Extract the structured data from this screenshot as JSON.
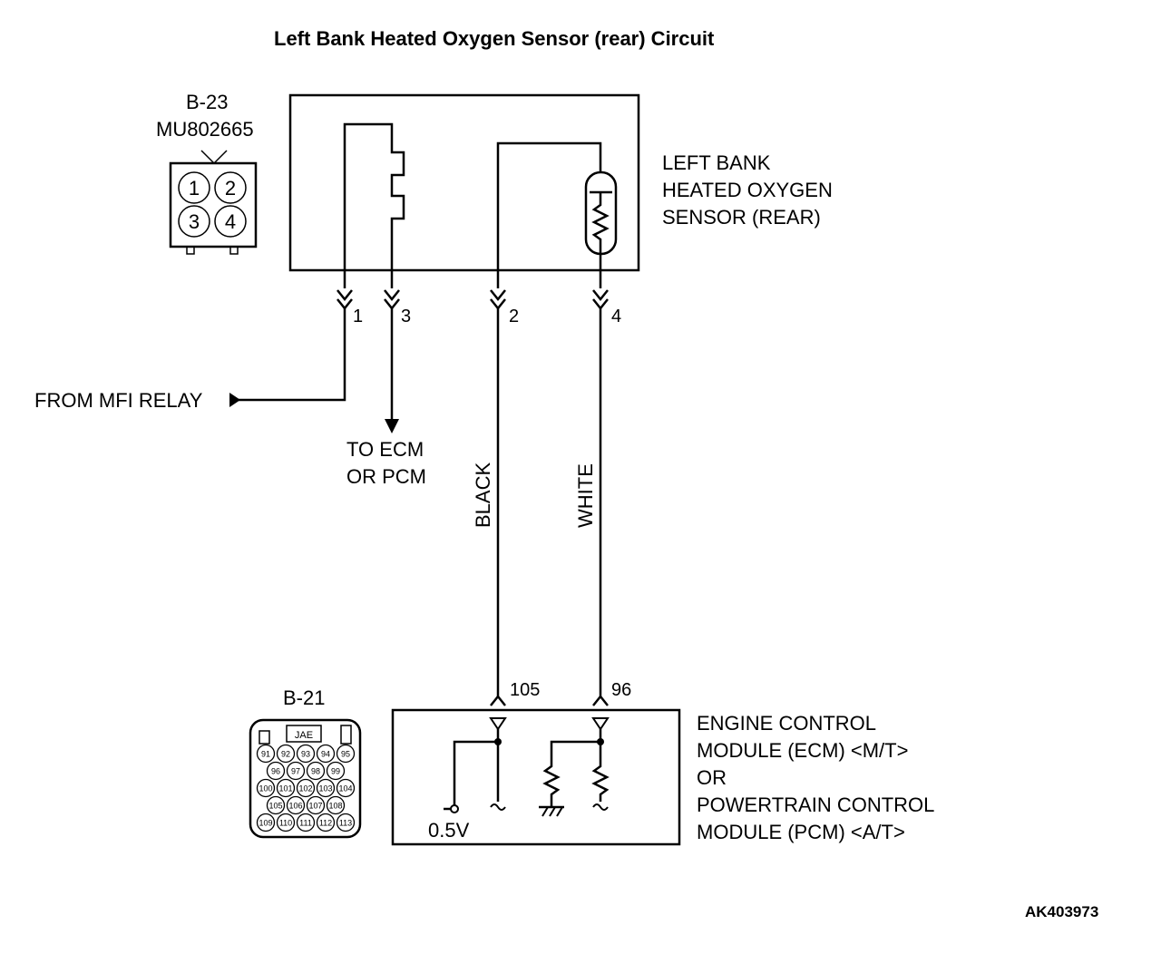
{
  "title": "Left Bank Heated Oxygen Sensor (rear) Circuit",
  "connector_b23": {
    "id": "B-23",
    "part": "MU802665",
    "pins": [
      "1",
      "2",
      "3",
      "4"
    ]
  },
  "sensor_label": [
    "LEFT BANK",
    "HEATED OXYGEN",
    "SENSOR (REAR)"
  ],
  "sensor_pins": {
    "p1": "1",
    "p3": "3",
    "p2": "2",
    "p4": "4"
  },
  "from_label": "FROM MFI RELAY",
  "to_label": [
    "TO ECM",
    "OR PCM"
  ],
  "wire_colors": {
    "black": "BLACK",
    "white": "WHITE"
  },
  "ecm_pins": {
    "p105": "105",
    "p96": "96"
  },
  "connector_b21": {
    "id": "B-21",
    "maker": "JAE",
    "row1": [
      "91",
      "92",
      "93",
      "94",
      "95"
    ],
    "row2": [
      "96",
      "97",
      "98",
      "99"
    ],
    "row3": [
      "100",
      "101",
      "102",
      "103",
      "104"
    ],
    "row4": [
      "105",
      "106",
      "107",
      "108"
    ],
    "row5": [
      "109",
      "110",
      "111",
      "112",
      "113"
    ]
  },
  "ecm_label": [
    "ENGINE CONTROL",
    "MODULE (ECM) <M/T>",
    "OR",
    "POWERTRAIN CONTROL",
    "MODULE (PCM) <A/T>"
  ],
  "voltage": "0.5V",
  "figure_code": "AK403973"
}
